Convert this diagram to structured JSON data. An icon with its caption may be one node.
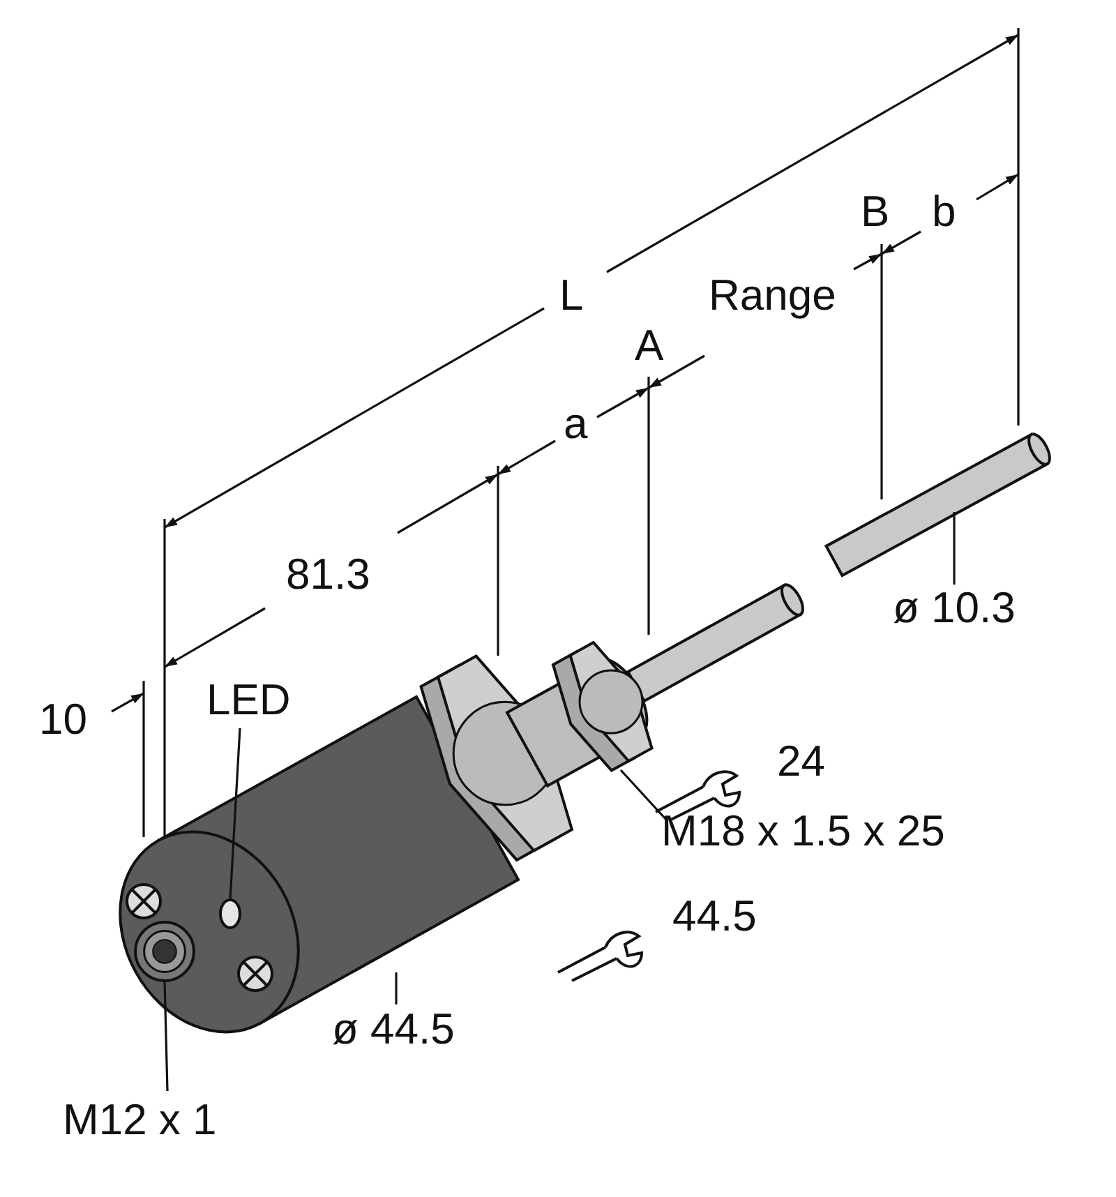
{
  "diagram": {
    "nodes": [
      {
        "text": [
          "LED"
        ]
      },
      {
        "text": [],
        "shape": "circle",
        "in": 5
      },
      {
        "text": [
          "M12 x 1"
        ]
      },
      {
        "text": [],
        "shape": "circle",
        "in": 5
      },
      {
        "text": [
          "ø 44.5"
        ]
      },
      {
        "text": [],
        "shape": "cylinder"
      },
      {
        "text": [
          "M18 x 1.5 x 25"
        ]
      },
      {
        "text": [],
        "shape": "cylinder"
      },
      {
        "text": [
          "ø 10.3"
        ]
      },
      {
        "text": [],
        "shape": "cylinder"
      }
    ],
    "edges": [
      {
        "from": 0,
        "to": 1,
        "arrow": "none"
      },
      {
        "from": 2,
        "to": 3,
        "arrow": "none"
      },
      {
        "from": 4,
        "to": 5,
        "arrow": "none"
      },
      {
        "from": 6,
        "to": 7,
        "arrow": "none"
      },
      {
        "from": 8,
        "to": 9,
        "arrow": "none"
      }
    ],
    "labels": [
      "L",
      "B",
      "b",
      "Range",
      "A",
      "a",
      "81.3",
      "10",
      "24",
      "44.5"
    ]
  }
}
